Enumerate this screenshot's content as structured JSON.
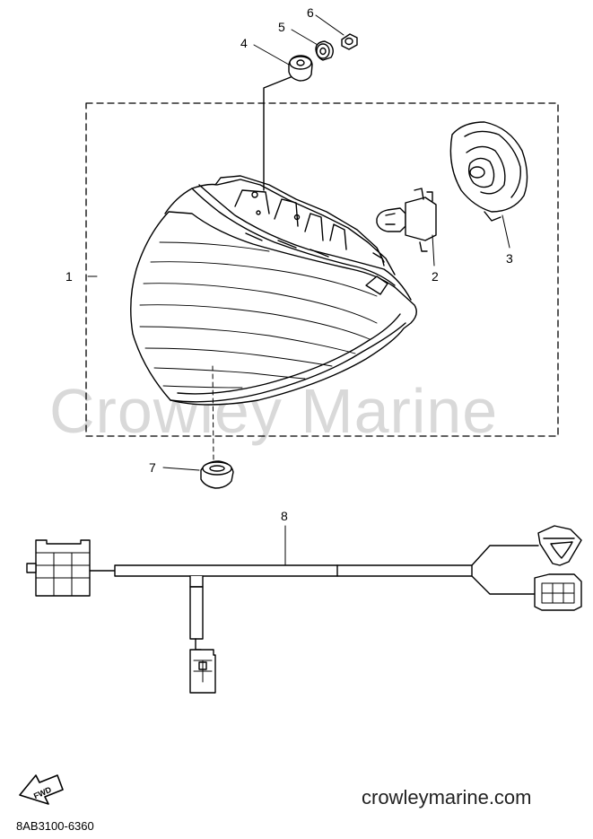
{
  "callouts": {
    "c1": "1",
    "c2": "2",
    "c3": "3",
    "c4": "4",
    "c5": "5",
    "c6": "6",
    "c7": "7",
    "c8": "8"
  },
  "watermark": "Crowley Marine",
  "website": "crowleymarine.com",
  "diagram_code": "8AB3100-6360",
  "fwd_badge": "FWD",
  "colors": {
    "line": "#000000",
    "watermark": "#d9d9d9"
  }
}
